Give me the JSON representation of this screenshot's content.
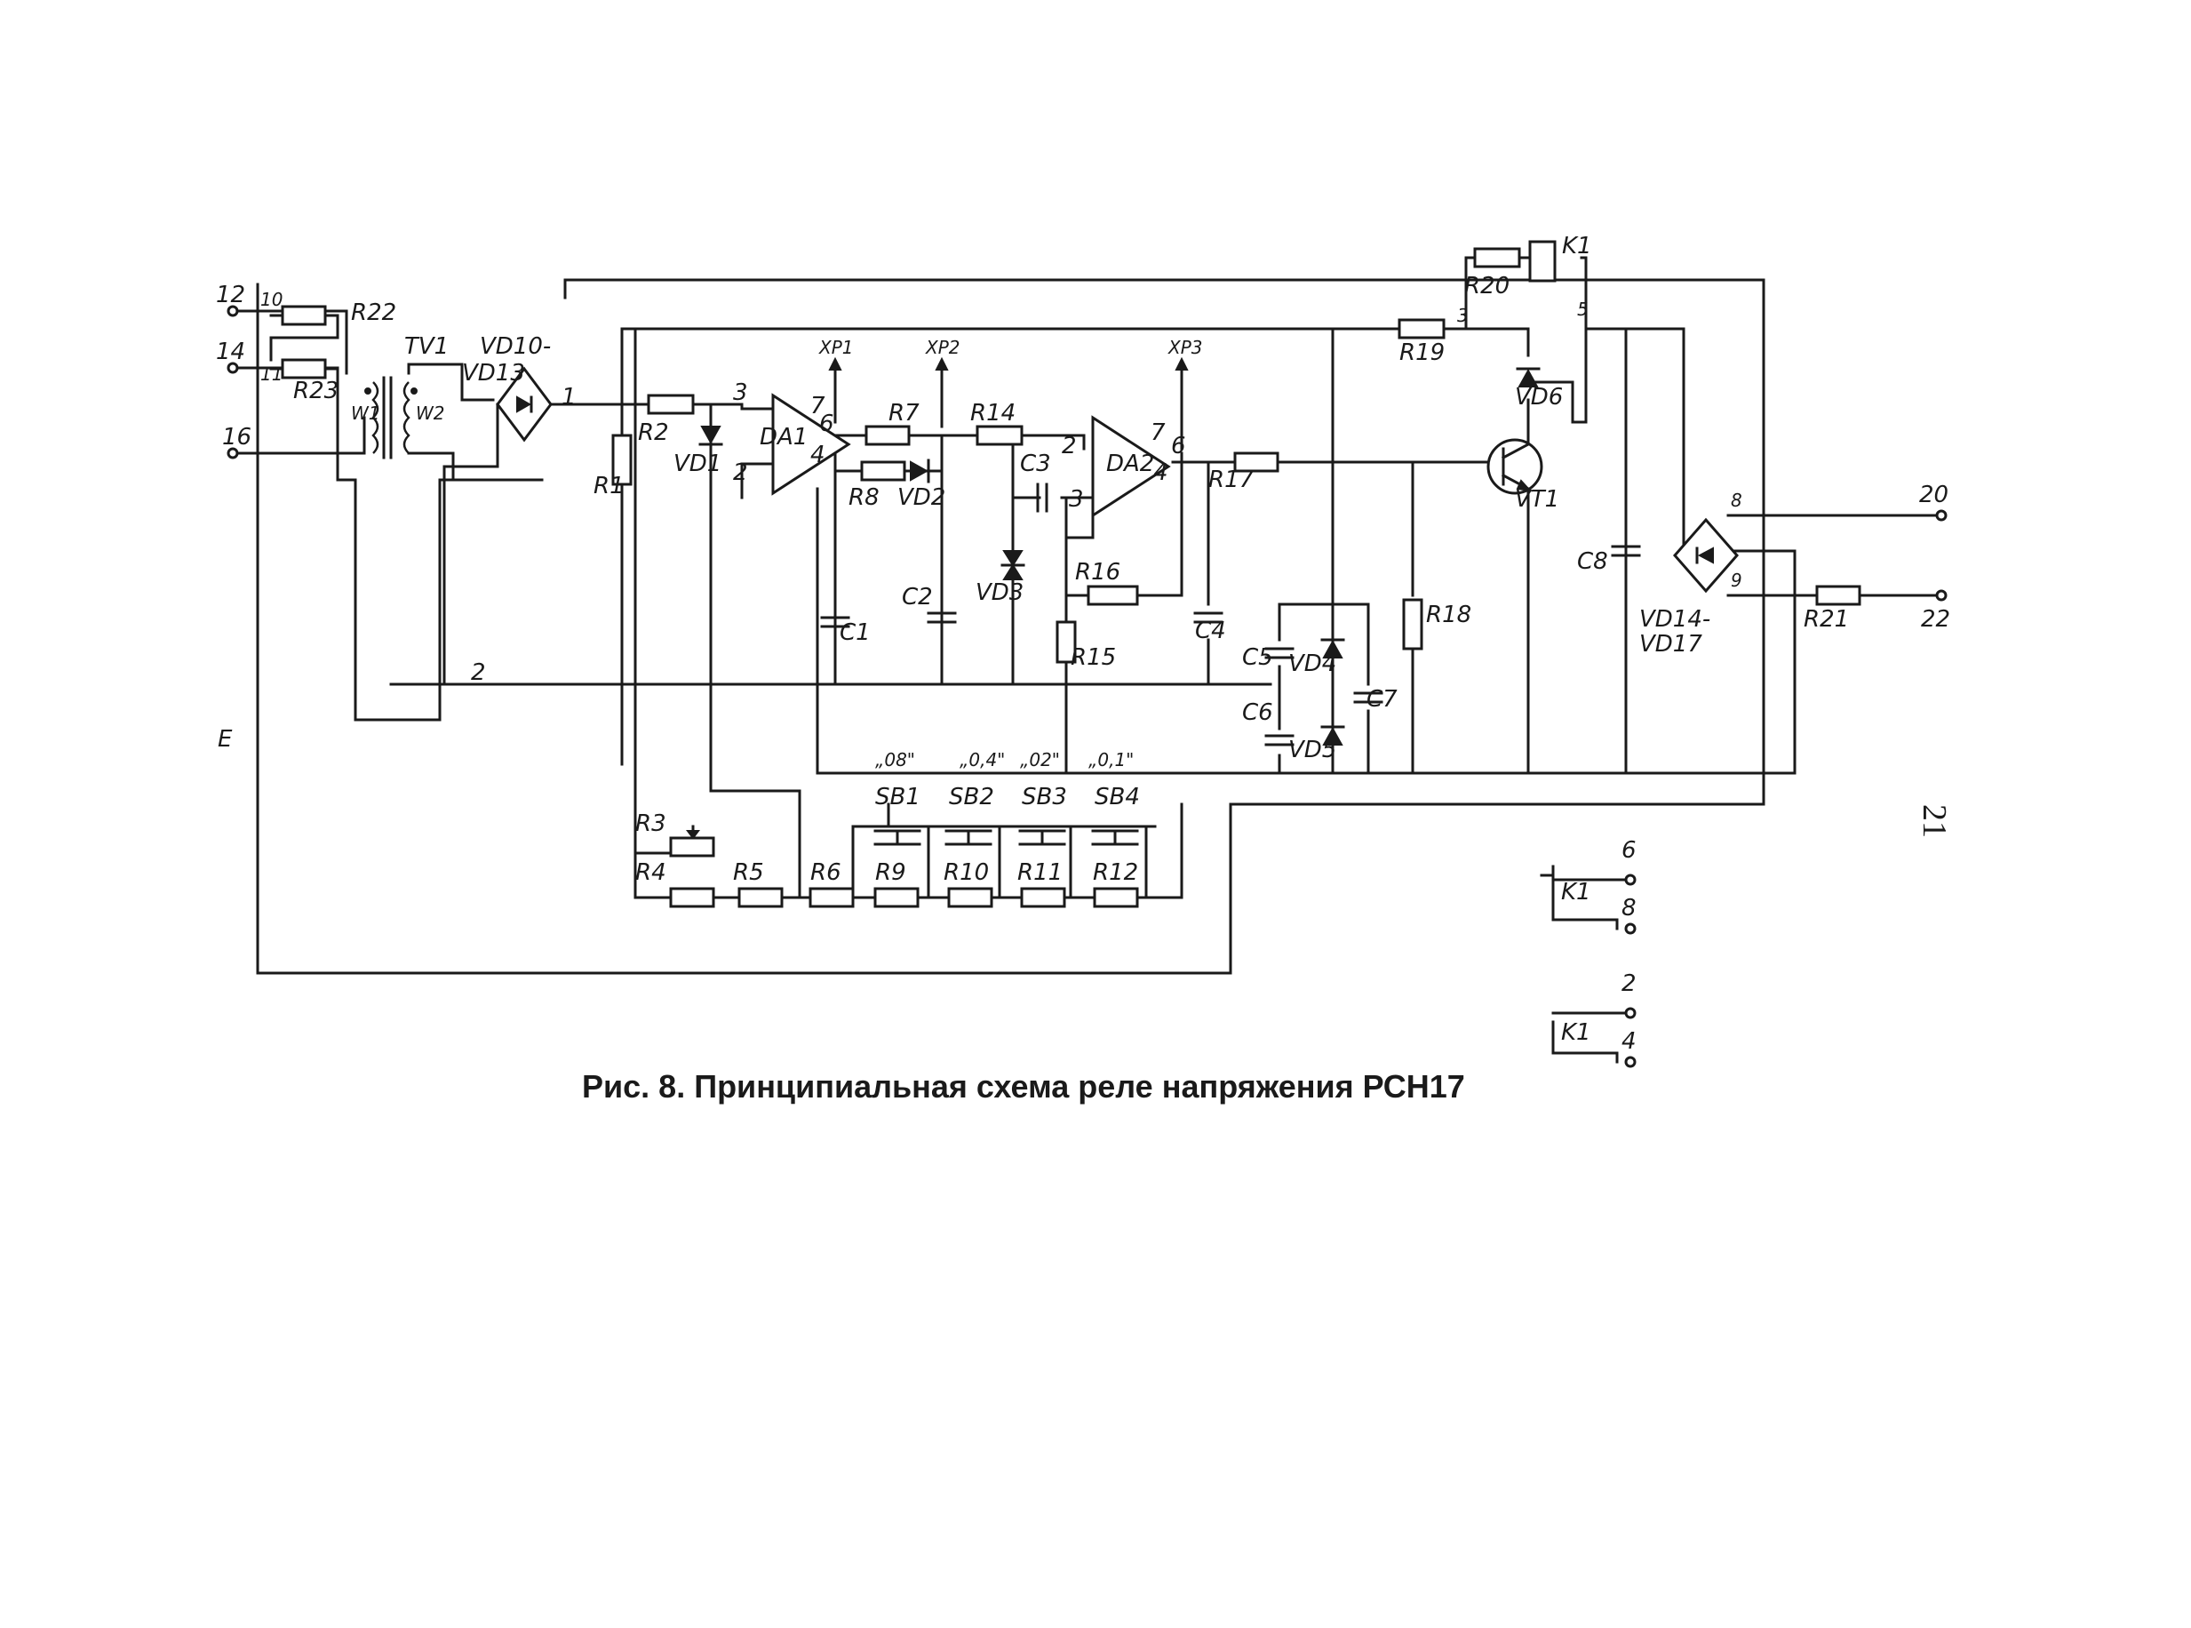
{
  "caption": "Рис. 8. Принципиальная схема реле напряжения РСН17",
  "page_number": "21",
  "terminals": {
    "t12": "12",
    "t14": "14",
    "t16": "16",
    "t20": "20",
    "t22": "22",
    "k6": "6",
    "k8": "8",
    "k2": "2",
    "k4": "4"
  },
  "nodes": {
    "n1": "1",
    "n2": "2",
    "n3": "3",
    "n5": "5",
    "n8": "8",
    "n9": "9",
    "n10": "10",
    "n11": "11",
    "e": "E"
  },
  "pins": {
    "da1_in_plus": "3",
    "da1_in_minus": "2",
    "da1_p7": "7",
    "da1_p6": "6",
    "da1_p4": "4",
    "da2_in_2": "2",
    "da2_in_3": "3",
    "da2_p7": "7",
    "da2_p6": "6",
    "da2_p4": "4"
  },
  "components": {
    "r1": "R1",
    "r2": "R2",
    "r3": "R3",
    "r4": "R4",
    "r5": "R5",
    "r6": "R6",
    "r7": "R7",
    "r8": "R8",
    "r9": "R9",
    "r10": "R10",
    "r11": "R11",
    "r12": "R12",
    "r14": "R14",
    "r15": "R15",
    "r16": "R16",
    "r17": "R17",
    "r18": "R18",
    "r19": "R19",
    "r20": "R20",
    "r21": "R21",
    "r22": "R22",
    "r23": "R23",
    "c1": "C1",
    "c2": "C2",
    "c3": "C3",
    "c4": "C4",
    "c5": "C5",
    "c6": "C6",
    "c7": "C7",
    "c8": "C8",
    "vd1": "VD1",
    "vd2": "VD2",
    "vd3": "VD3",
    "vd4": "VD4",
    "vd5": "VD5",
    "vd6": "VD6",
    "vd10": "VD10-",
    "vd13": "VD13",
    "vd14": "VD14-",
    "vd17": "VD17",
    "da1": "DA1",
    "da2": "DA2",
    "vt1": "VT1",
    "tv1": "TV1",
    "w1": "W1",
    "w2": "W2",
    "k1": "K1",
    "k1b": "K1",
    "k1c": "K1",
    "sb1": "SB1",
    "sb2": "SB2",
    "sb3": "SB3",
    "sb4": "SB4",
    "xp1": "XP1",
    "xp2": "XP2",
    "xp3": "XP3"
  },
  "settings": {
    "s08": "„08\"",
    "s04": "„0,4\"",
    "s02": "„02\"",
    "s01": "„0,1\""
  }
}
